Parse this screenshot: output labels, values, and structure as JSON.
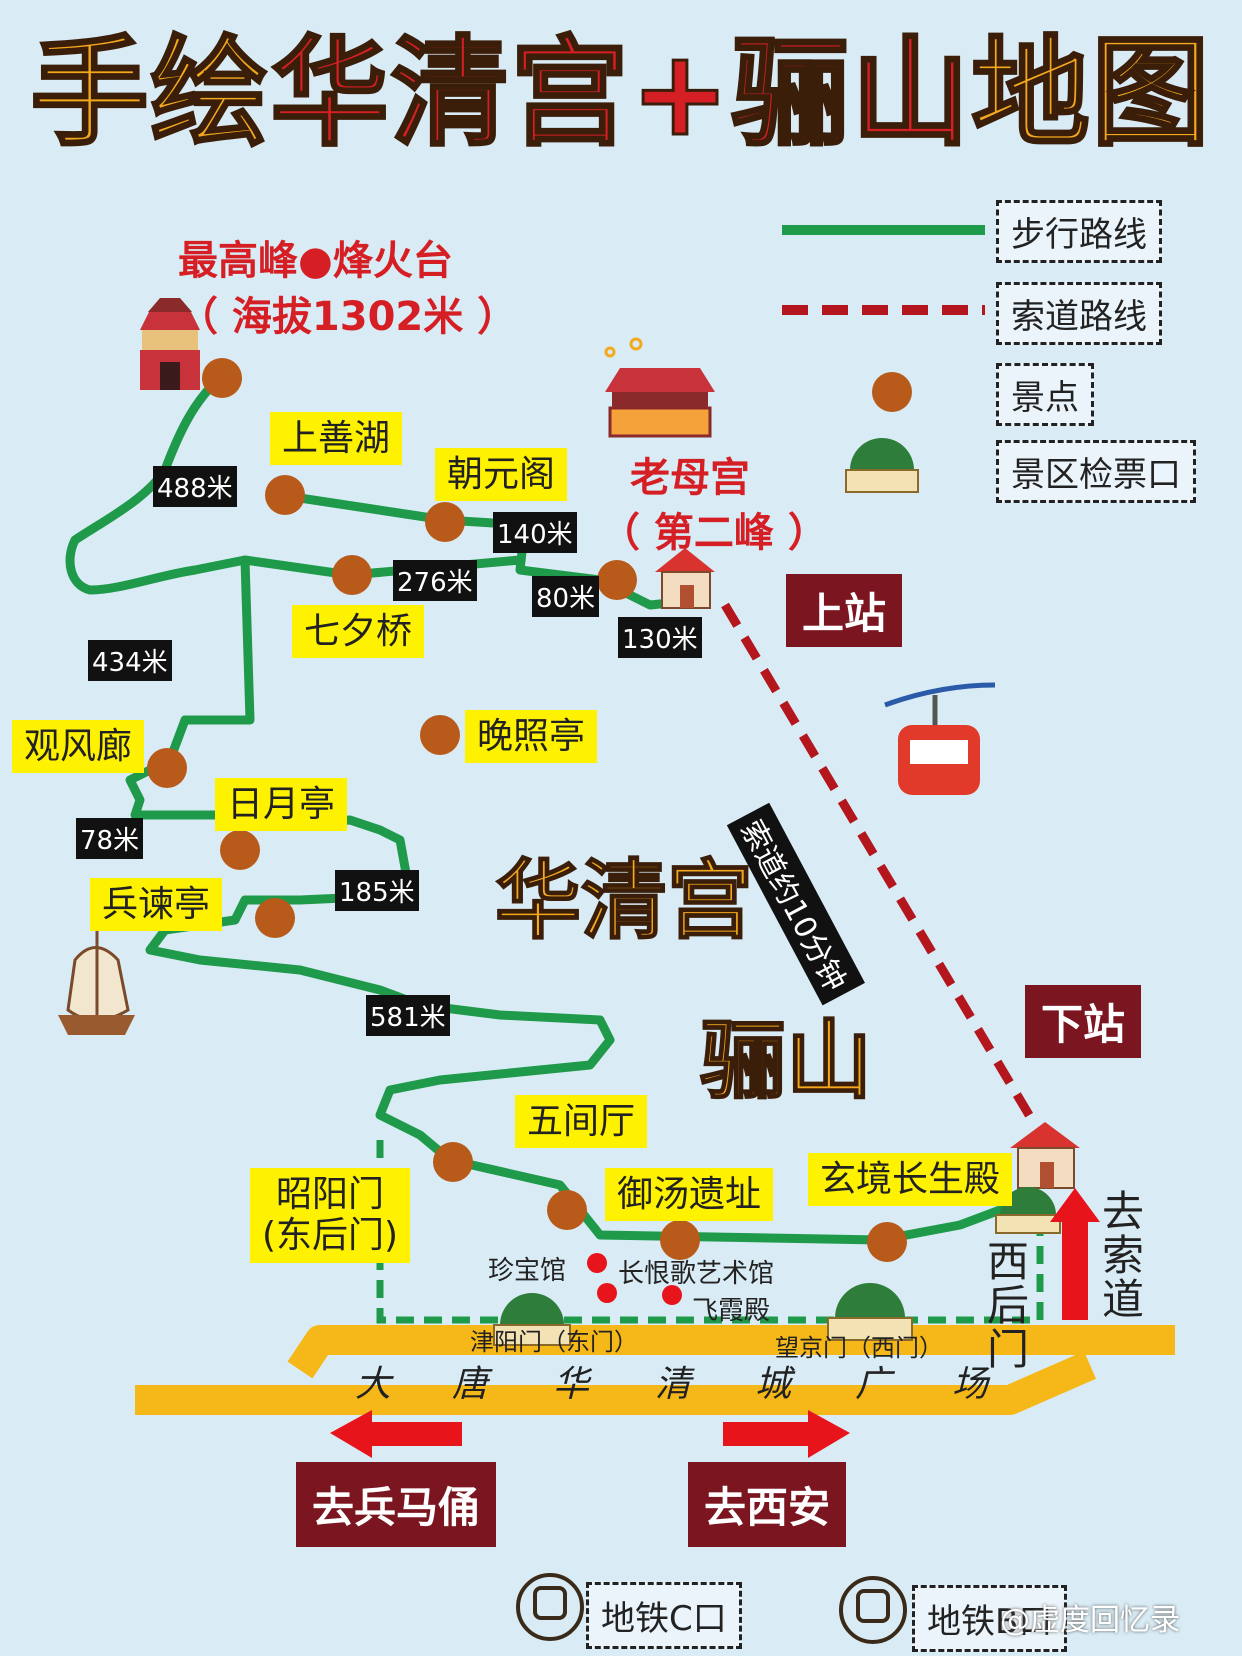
{
  "title": {
    "part1": "手绘",
    "part2": "华清宫+骊山",
    "part3": "地图"
  },
  "peak": {
    "line1": "最高峰●烽火台",
    "line2": "（ 海拔1302米 ）"
  },
  "legend": {
    "walk": "步行路线",
    "cable": "索道路线",
    "spot": "景点",
    "gate": "景区检票口"
  },
  "colors": {
    "walk": "#1f9a4a",
    "cable": "#b3161d",
    "spot": "#b85a1a",
    "road": "#f5b818",
    "arrow": "#e8141b"
  },
  "attractions": {
    "shangshanhu": "上善湖",
    "chaoyuange": "朝元阁",
    "qixiqiao": "七夕桥",
    "wanzhaoting": "晚照亭",
    "guanfenglang": "观风廊",
    "riyueting": "日月亭",
    "bingjianting": "兵谏亭",
    "wujianting": "五间厅",
    "zhaoyangmen": "昭阳门\n(东后门)",
    "yutang": "御汤遗址",
    "xuanjing": "玄境长生殿"
  },
  "laomugong": {
    "line1": "老母宫",
    "line2": "（ 第二峰 ）"
  },
  "stations": {
    "upper": "上站",
    "lower": "下站"
  },
  "cableway_note": "索道约10分钟",
  "distances": {
    "d488": "488米",
    "d140": "140米",
    "d276": "276米",
    "d80": "80米",
    "d130": "130米",
    "d434": "434米",
    "d78": "78米",
    "d185": "185米",
    "d581": "581米"
  },
  "areas": {
    "huaqing": "华清宫",
    "lishan": "骊山"
  },
  "small_spots": {
    "zhenbao": "珍宝馆",
    "changhen": "长恨歌艺术馆",
    "feixia": "飞霞殿",
    "jinyang": "津阳门（东门）",
    "wangjing": "望京门（西门）"
  },
  "west_back_gate": "西\n后\n门",
  "to_cableway": "去\n索\n道",
  "street": [
    "大",
    "唐",
    "华",
    "清",
    "城",
    "广",
    "场"
  ],
  "directions": {
    "to_bingmayong": "去兵马俑",
    "to_xian": "去西安"
  },
  "metro": {
    "c": "地铁C口",
    "b": "地铁B口"
  },
  "watermark": "@虚度回忆录"
}
